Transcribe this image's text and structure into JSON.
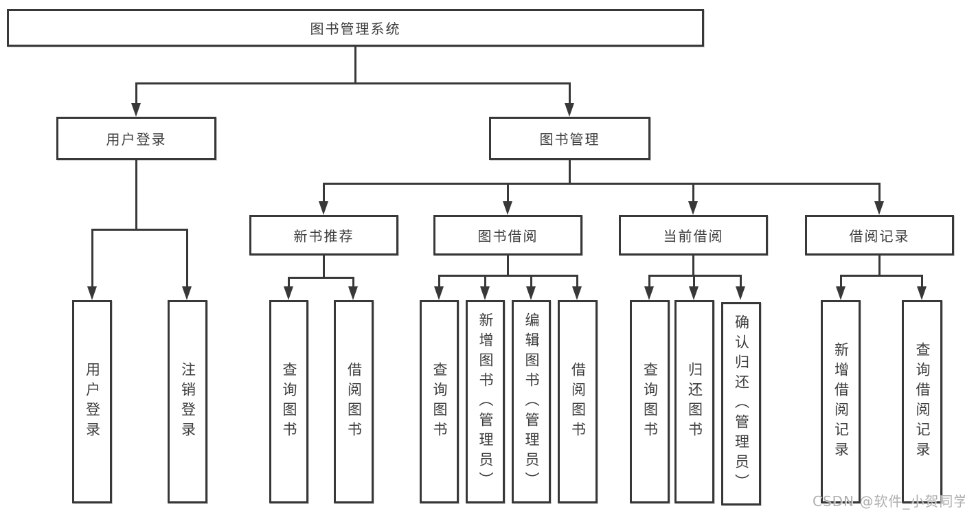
{
  "diagram": {
    "title": "图书管理系统",
    "root": {
      "label": "图书管理系统"
    },
    "level1": [
      {
        "label": "用户登录"
      },
      {
        "label": "图书管理"
      }
    ],
    "level2": [
      {
        "label": "新书推荐"
      },
      {
        "label": "图书借阅"
      },
      {
        "label": "当前借阅"
      },
      {
        "label": "借阅记录"
      }
    ],
    "leaves": [
      {
        "label": "用户登录"
      },
      {
        "label": "注销登录"
      },
      {
        "label": "查询图书"
      },
      {
        "label": "借阅图书"
      },
      {
        "label": "查询图书"
      },
      {
        "label": "新增图书（管理员）"
      },
      {
        "label": "编辑图书（管理员）"
      },
      {
        "label": "借阅图书"
      },
      {
        "label": "查询图书"
      },
      {
        "label": "归还图书"
      },
      {
        "label": "确认归还（管理员）"
      },
      {
        "label": "新增借阅记录"
      },
      {
        "label": "查询借阅记录"
      }
    ],
    "colors": {
      "line": "#383838",
      "text": "#3d3d3d",
      "background": "#ffffff",
      "watermark": "#a8a8a8"
    },
    "watermark": "CSDN @软件_小贺同学"
  }
}
